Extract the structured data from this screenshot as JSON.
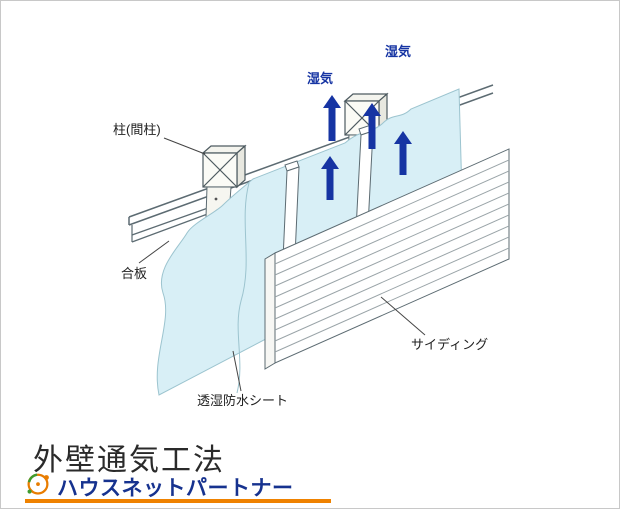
{
  "diagram": {
    "labels": {
      "moisture_left": "湿気",
      "moisture_right": "湿気",
      "pillar": "柱(間柱)",
      "plywood": "合板",
      "breathable_sheet": "透湿防水シート",
      "siding": "サイディング"
    },
    "colors": {
      "arrow_blue": "#1634a3",
      "moisture_text": "#1634a3",
      "sheet_blue": "#d8eff6",
      "line_gray": "#5c6b72"
    }
  },
  "footer": {
    "title": "外壁通気工法",
    "brand": "ハウスネットパートナー",
    "brand_color": "#16328f",
    "underline_color": "#ef8200"
  }
}
